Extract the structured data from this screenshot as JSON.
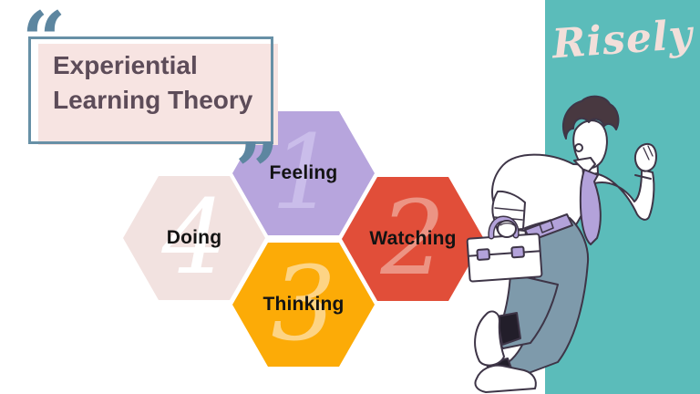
{
  "slide": {
    "title_line1": "Experiential",
    "title_line2": "Learning Theory",
    "quote_open": "“",
    "quote_close": "”"
  },
  "brand": {
    "name": "Risely"
  },
  "hexagons": [
    {
      "label": "Feeling",
      "number": "1"
    },
    {
      "label": "Watching",
      "number": "2"
    },
    {
      "label": "Thinking",
      "number": "3"
    },
    {
      "label": "Doing",
      "number": "4"
    }
  ],
  "illustration": {
    "description": "businessman running with briefcase and waving"
  },
  "colors": {
    "teal-band": "#5bbcba",
    "brand-text": "#f2dfda",
    "title-box": "#f7e4e2",
    "title-text": "#5d4c59",
    "box-border": "#6790a6",
    "quote-mark": "#5d86a0",
    "hex-purple": "#b7a5dd",
    "hex-purple-num": "#cabdea",
    "hex-red": "#e14e39",
    "hex-red-num": "#ec9484",
    "hex-yellow": "#fcab07",
    "hex-yellow-num": "#fdd485",
    "hex-pink": "#f2e2e0",
    "hex-pink-num": "#ffffff",
    "label-text": "#131313"
  }
}
